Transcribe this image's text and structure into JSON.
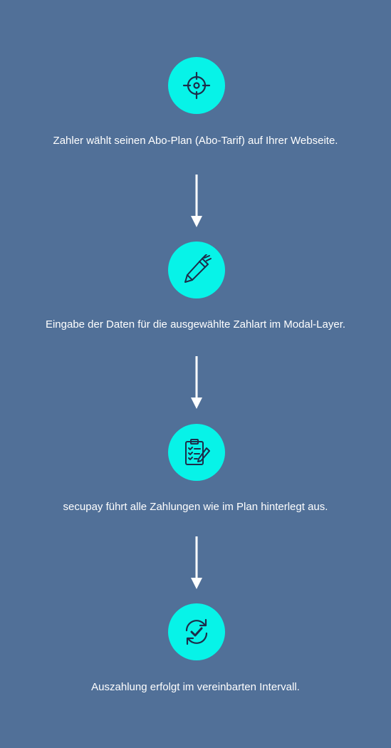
{
  "steps": [
    {
      "icon": "target-icon",
      "text": "Zahler wählt seinen Abo-Plan (Abo-Tarif) auf Ihrer Webseite."
    },
    {
      "icon": "pen-icon",
      "text": "Eingabe der Daten für die ausgewählte Zahlart im Modal-Layer."
    },
    {
      "icon": "clipboard-checklist-icon",
      "text": "secupay führt alle Zahlungen wie im Plan hinterlegt aus."
    },
    {
      "icon": "refresh-check-icon",
      "text": "Auszahlung erfolgt im vereinbarten Intervall."
    }
  ],
  "colors": {
    "background": "#517098",
    "icon_circle": "#07f3e8",
    "icon_stroke": "#1d2d4a",
    "text": "#ffffff"
  }
}
